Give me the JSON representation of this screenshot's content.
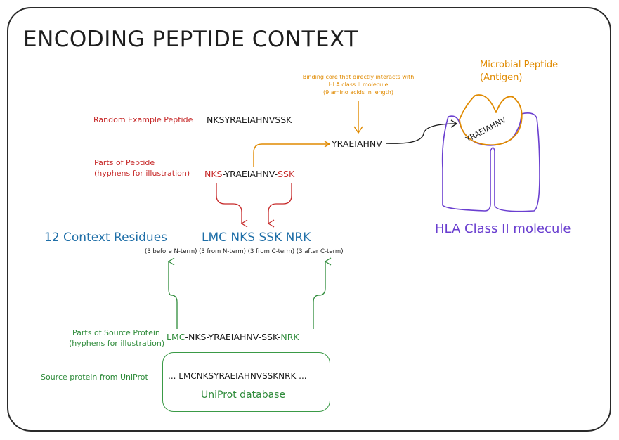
{
  "title": "ENCODING PEPTIDE CONTEXT",
  "random_peptide": {
    "label": "Random Example Peptide",
    "sequence": "NKSYRAEIAHNVSSK"
  },
  "parts_of_peptide": {
    "label_line1": "Parts of Peptide",
    "label_line2": "(hyphens for illustration)",
    "n_term": "NKS",
    "sep1": "-",
    "core": "YRAEIAHNV",
    "sep2": "-",
    "c_term": "SSK"
  },
  "binding_core_note": {
    "line1": "Binding core that directly interacts with",
    "line2": "HLA class II molecule",
    "line3": "(9 amino acids in length)"
  },
  "core_sequence": "YRAEIAHNV",
  "microbial_peptide": {
    "line1": "Microbial Peptide",
    "line2": "(Antigen)"
  },
  "groove_peptide": "YRAEIAHNV",
  "hla_label": "HLA Class II molecule",
  "context_residues": {
    "label": "12 Context Residues",
    "sequence": "LMC NKS SSK NRK",
    "annotation": "(3 before N-term) (3 from N-term) (3 from C-term) (3 after C-term)"
  },
  "parts_of_source": {
    "label_line1": "Parts of Source Protein",
    "label_line2": "(hyphens for illustration)",
    "before": "LMC",
    "middle": "-NKS-YRAEIAHNV-SSK-",
    "after": "NRK"
  },
  "source_protein": {
    "label": "Source protein from UniProt",
    "sequence": "... LMCNKSYRAEIAHNVSSKNRK ...",
    "database": "UniProt database"
  },
  "colors": {
    "red": "#c62828",
    "orange": "#e08a00",
    "blue": "#1f6fa8",
    "green": "#2e8b3a",
    "purple": "#6a3fd0",
    "dark": "#1d1d1d"
  }
}
